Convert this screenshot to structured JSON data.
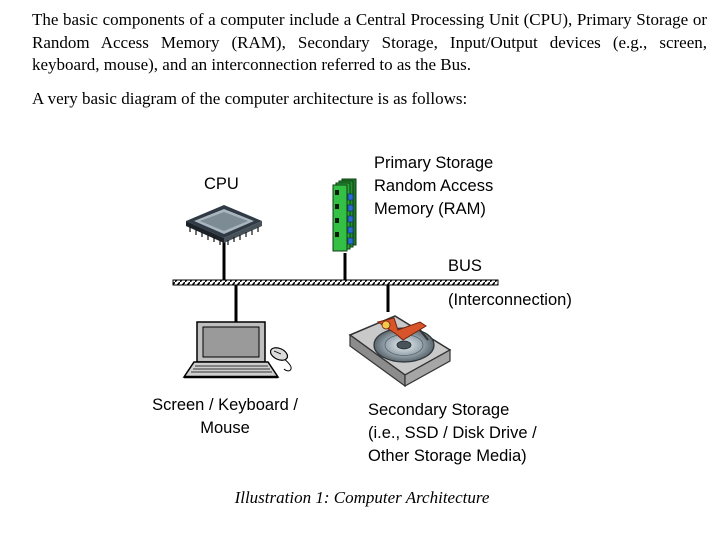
{
  "body": {
    "paragraph_1": "The basic components of a computer include a Central Processing Unit (CPU), Primary Storage or Random Access Memory (RAM), Secondary Storage, Input/Output devices (e.g., screen, keyboard, mouse), and an interconnection referred to as the Bus.",
    "paragraph_2": "A very basic diagram of the computer architecture is as follows:"
  },
  "diagram": {
    "cpu_label": "CPU",
    "ram_label": [
      "Primary Storage",
      "Random Access",
      "Memory (RAM)"
    ],
    "bus_label": "BUS",
    "interconnection_label": "(Interconnection)",
    "io_label": [
      "Screen / Keyboard /",
      "Mouse"
    ],
    "storage_label": [
      "Secondary Storage",
      "(i.e., SSD / Disk Drive /",
      "Other Storage Media)"
    ],
    "icons": [
      "cpu-chip-icon",
      "ram-module-icon",
      "laptop-icon",
      "mouse-icon",
      "hard-disk-icon"
    ]
  },
  "caption": "Illustration 1: Computer Architecture"
}
